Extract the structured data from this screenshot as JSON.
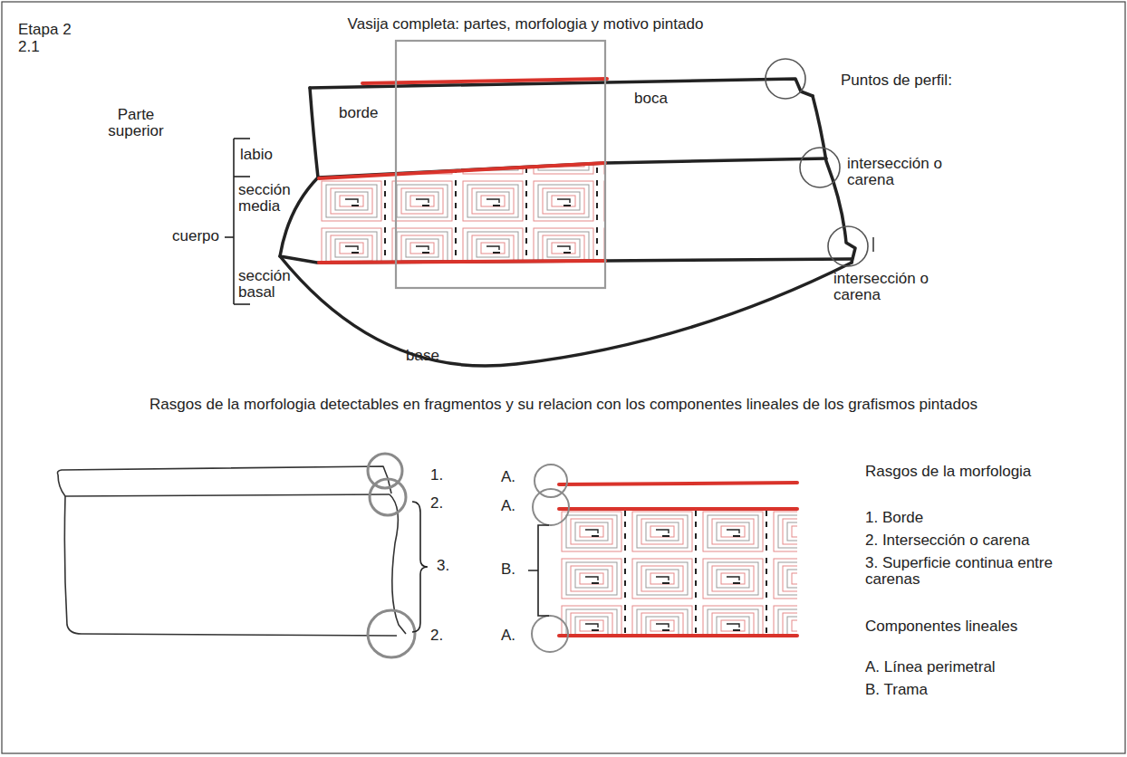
{
  "diagram": {
    "labels": [
      "Etapa 2",
      "2.1",
      "Vasija completa: partes, morfologia y motivo pintado",
      "Parte superior",
      "borde",
      "boca",
      "Puntos de perfil:",
      "labio",
      "sección media",
      "cuerpo",
      "intersección o carena",
      "sección basal",
      "intersección o carena",
      "base",
      "Rasgos de la morfologia detectables en fragmentos y su relacion con los componentes lineales de los grafismos pintados",
      "1.",
      "2.",
      "3.",
      "2.",
      "A.",
      "A.",
      "B.",
      "A.",
      "Rasgos de la morfologia",
      "1. Borde",
      "2. Intersección o carena",
      "3. Superficie continua entre carenas",
      "Componentes lineales",
      "A. Línea perimetral",
      "B. Trama"
    ]
  }
}
